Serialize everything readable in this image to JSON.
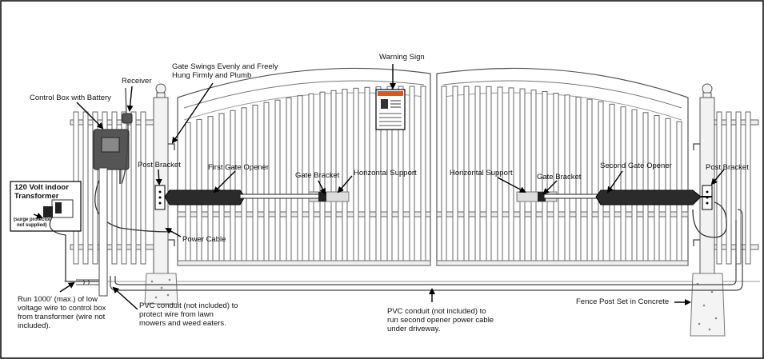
{
  "diagram": {
    "labels": {
      "warning_sign": "Warning Sign",
      "gate_swings": "Gate Swings Evenly and Freely",
      "hung_firmly": "Hung Firmly and Plumb",
      "receiver": "Receiver",
      "control_box": "Control Box with Battery",
      "post_bracket_left": "Post Bracket",
      "first_gate_opener": "First Gate Opener",
      "gate_bracket_left": "Gate Bracket",
      "horizontal_support_left": "Horizontal Support",
      "horizontal_support_right": "Horizontal Support",
      "gate_bracket_right": "Gate Bracket",
      "second_gate_opener": "Second Gate Opener",
      "post_bracket_right": "Post Bracket",
      "transformer_line1": "120 Volt indoor",
      "transformer_line2": "Transformer",
      "surge_line1": "(surge protector",
      "surge_line2": "not supplied)",
      "power_cable": "Power Cable",
      "run_wire": "Run 1000' (max.) of low voltage wire to control box from transformer (wire not included).",
      "pvc_left": "PVC conduit (not included) to protect wire from lawn mowers and weed eaters.",
      "pvc_center": "PVC conduit (not included) to run second opener power cable under driveway.",
      "fence_post": "Fence Post Set in Concrete"
    }
  }
}
